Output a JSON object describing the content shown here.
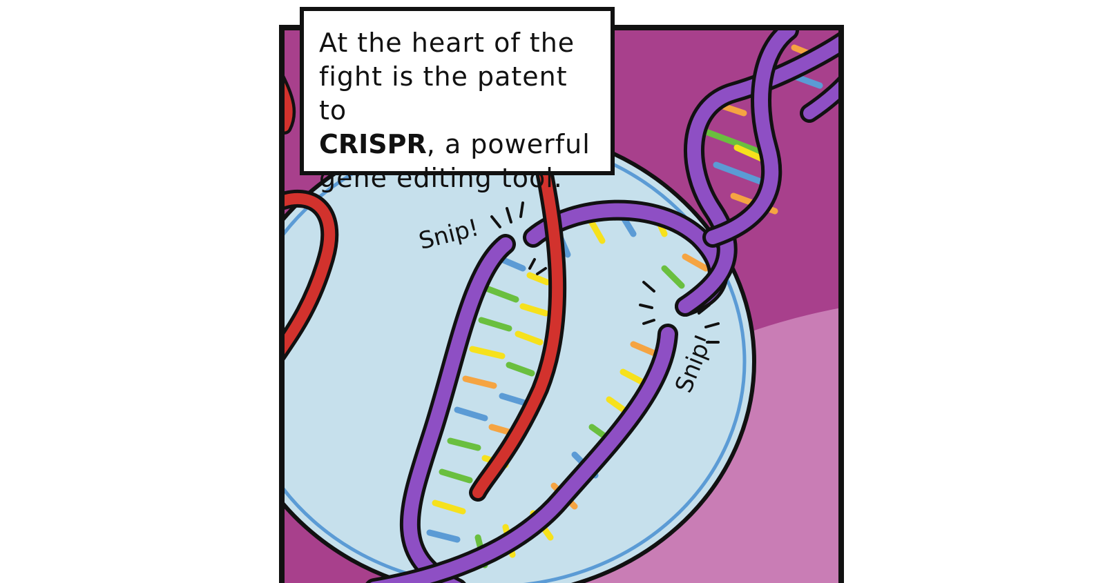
{
  "caption": {
    "line1": "At the heart of the",
    "line2": "fight is the patent to",
    "bold": "CRISPR",
    "line3_rest": ", a powerful",
    "line4": "gene editing tool."
  },
  "sound_effects": {
    "snip_left": "Snip!",
    "snip_right": "Snip!"
  },
  "colors": {
    "background_magenta": "#a8408c",
    "background_pink": "#c97db5",
    "cell_fill": "#c6e0ec",
    "cell_outline": "#5b9bd5",
    "dna_strand": "#8e4fc4",
    "rna_strand": "#d2322d",
    "base_yellow": "#f6e11c",
    "base_green": "#6abf3f",
    "base_orange": "#f5a442",
    "base_blue": "#5b9bd5"
  }
}
